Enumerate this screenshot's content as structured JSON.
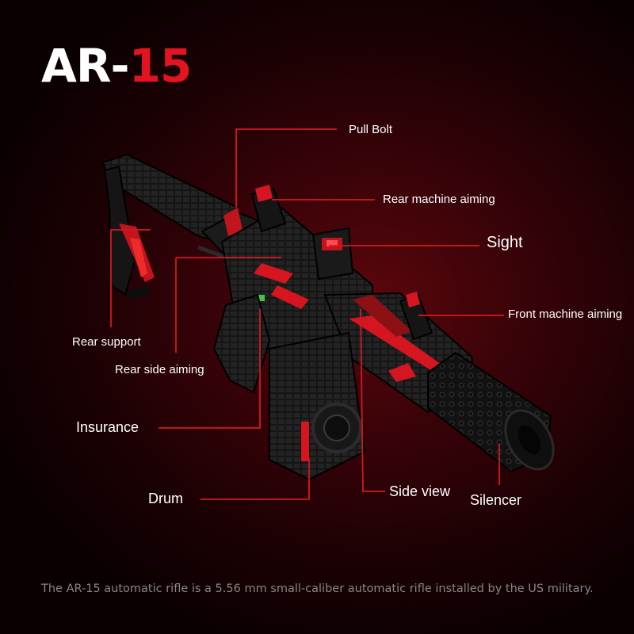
{
  "title": {
    "prefix": "AR-",
    "suffix": "15"
  },
  "labels": {
    "pull_bolt": "Pull Bolt",
    "rear_machine_aiming": "Rear machine aiming",
    "sight": "Sight",
    "front_machine_aiming": "Front machine aiming",
    "rear_support": "Rear support",
    "rear_side_aiming": "Rear side aiming",
    "insurance": "Insurance",
    "drum": "Drum",
    "side_view": "Side view",
    "silencer": "Silencer"
  },
  "caption": "The AR-15 automatic rifle is a 5.56 mm small-caliber automatic rifle installed by the US military.",
  "colors": {
    "accent": "#e3141f",
    "leader": "#d01a22",
    "background": "#3a0308",
    "caption": "#8c8585"
  }
}
